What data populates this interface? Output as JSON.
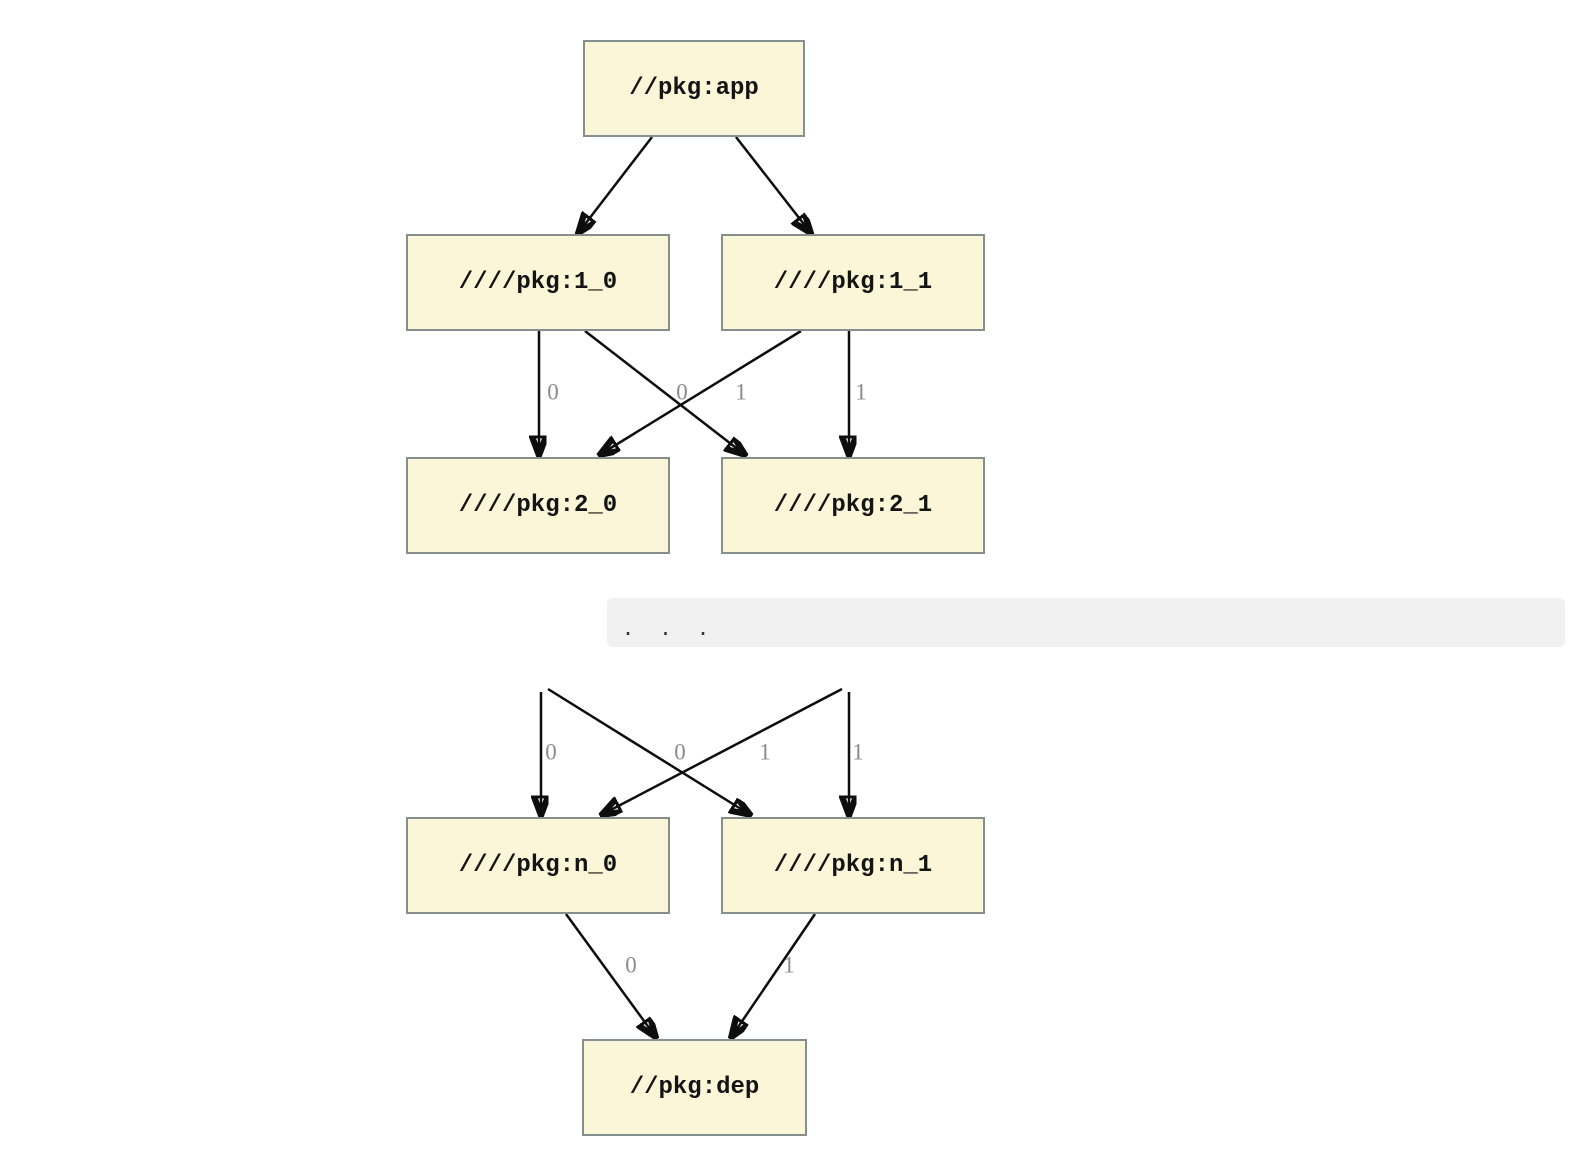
{
  "diagram": {
    "type": "dependency-graph",
    "direction": "top-down",
    "nodes": {
      "app": "//pkg:app",
      "v1_0": "////pkg:1_0",
      "v1_1": "////pkg:1_1",
      "v2_0": "////pkg:2_0",
      "v2_1": "////pkg:2_1",
      "vn_0": "////pkg:n_0",
      "vn_1": "////pkg:n_1",
      "dep": "//pkg:dep"
    },
    "edges": [
      {
        "from": "//pkg:app",
        "to": "////pkg:1_0",
        "label": ""
      },
      {
        "from": "//pkg:app",
        "to": "////pkg:1_1",
        "label": ""
      },
      {
        "from": "////pkg:1_0",
        "to": "////pkg:2_0",
        "label": "0"
      },
      {
        "from": "////pkg:1_0",
        "to": "////pkg:2_1",
        "label": "0"
      },
      {
        "from": "////pkg:1_1",
        "to": "////pkg:2_0",
        "label": "1"
      },
      {
        "from": "////pkg:1_1",
        "to": "////pkg:2_1",
        "label": "1"
      },
      {
        "from": "",
        "to": "////pkg:n_0",
        "label": "0"
      },
      {
        "from": "",
        "to": "////pkg:n_1",
        "label": "0"
      },
      {
        "from": "",
        "to": "////pkg:n_0",
        "label": "1"
      },
      {
        "from": "",
        "to": "////pkg:n_1",
        "label": "1"
      },
      {
        "from": "////pkg:n_0",
        "to": "//pkg:dep",
        "label": "0"
      },
      {
        "from": "////pkg:n_1",
        "to": "//pkg:dep",
        "label": "1"
      }
    ],
    "edge_labels": {
      "u0": "0",
      "u1": "0",
      "u2": "1",
      "u3": "1",
      "m0": "0",
      "m1": "0",
      "m2": "1",
      "m3": "1",
      "b0": "0",
      "b1": "1"
    },
    "colors": {
      "node_fill": "#FCF6D9",
      "node_border": "#878E8E",
      "edge": "#0D0D0D",
      "edge_label": "#8A8A8A",
      "separator_bg": "#F0F0F0"
    }
  },
  "separator": {
    "text": ". . ."
  }
}
